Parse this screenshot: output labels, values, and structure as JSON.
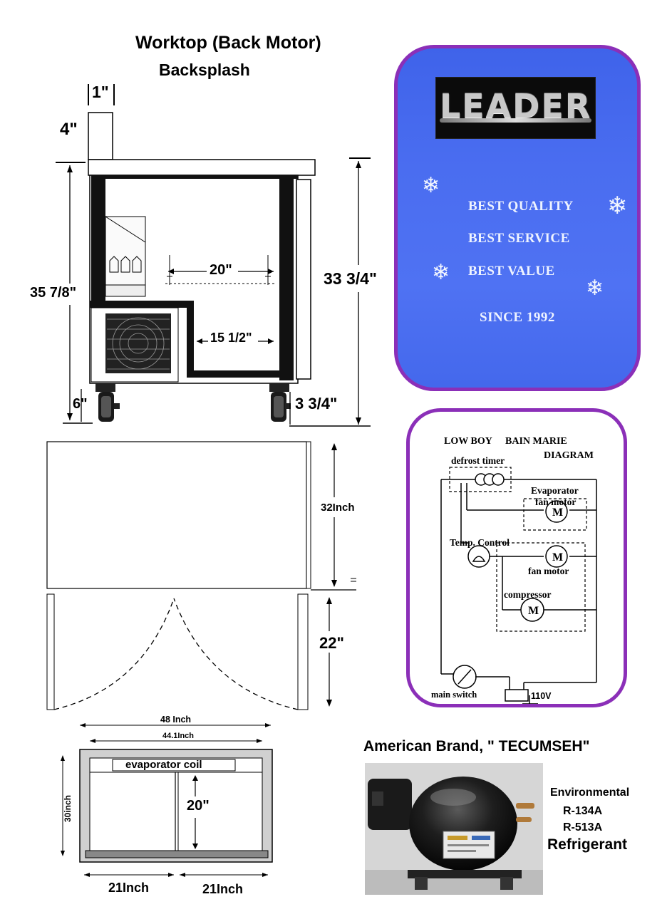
{
  "header": {
    "title": "Worktop (Back Motor)",
    "subtitle": "Backsplash"
  },
  "side_view": {
    "backsplash_width": "1\"",
    "backsplash_height": "4\"",
    "total_height": "35 7/8\"",
    "body_height": "33 3/4\"",
    "interior_depth": "20\"",
    "shelf_depth": "15 1/2\"",
    "caster_height": "6\"",
    "front_caster": "3 3/4\""
  },
  "top_view": {
    "depth": "32Inch",
    "door_swing": "22\""
  },
  "bottom_view": {
    "outer_width": "48 Inch",
    "inner_width": "44.1Inch",
    "depth": "30inch",
    "coil_label": "evaporator coil",
    "interior_depth": "20\"",
    "left_compartment": "21Inch",
    "right_compartment": "21Inch"
  },
  "leader_panel": {
    "logo": "LEADER",
    "lines": [
      "BEST QUALITY",
      "BEST SERVICE",
      "BEST VALUE",
      "SINCE 1992"
    ],
    "snowflake_icon": "snowflake-icon",
    "colors": {
      "border": "#8b2fb8",
      "background": "#4a6df0"
    }
  },
  "wiring": {
    "title_left": "LOW BOY",
    "title_right": "BAIN MARIE",
    "title_sub": "DIAGRAM",
    "defrost_timer": "defrost timer",
    "evaporator": "Evaporator",
    "evap_fan": "fan motor",
    "temp_control": "Temp. Control",
    "cond_fan": "fan motor",
    "compressor": "compressor",
    "motor_symbol": "M",
    "main_switch": "main switch",
    "voltage": "110V"
  },
  "compressor": {
    "brand": "American Brand, \" TECUMSEH\"",
    "env": "Environmental",
    "ref1": "R-134A",
    "ref2": "R-513A",
    "refrigerant": "Refrigerant"
  }
}
